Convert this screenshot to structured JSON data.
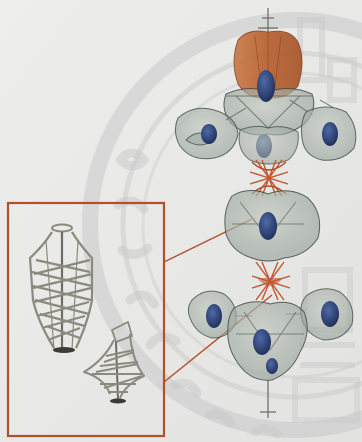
{
  "figure": {
    "colors": {
      "background": "#e9e8e6",
      "watermark": "#c9c9ca",
      "callout_frame": "#b3502b",
      "frame_wire": "#8c8a7f",
      "orange_module": "#bf6a3a",
      "canopy_fill": "#a9b3a8",
      "canopy_edge": "#3c4a44",
      "core_blue": "#2b3f73",
      "connector_red": "#c2562e"
    },
    "icons": [
      "watermark-seal",
      "space-frame-assembly",
      "wire-frame-tower-model",
      "wire-frame-twisted-model"
    ]
  }
}
